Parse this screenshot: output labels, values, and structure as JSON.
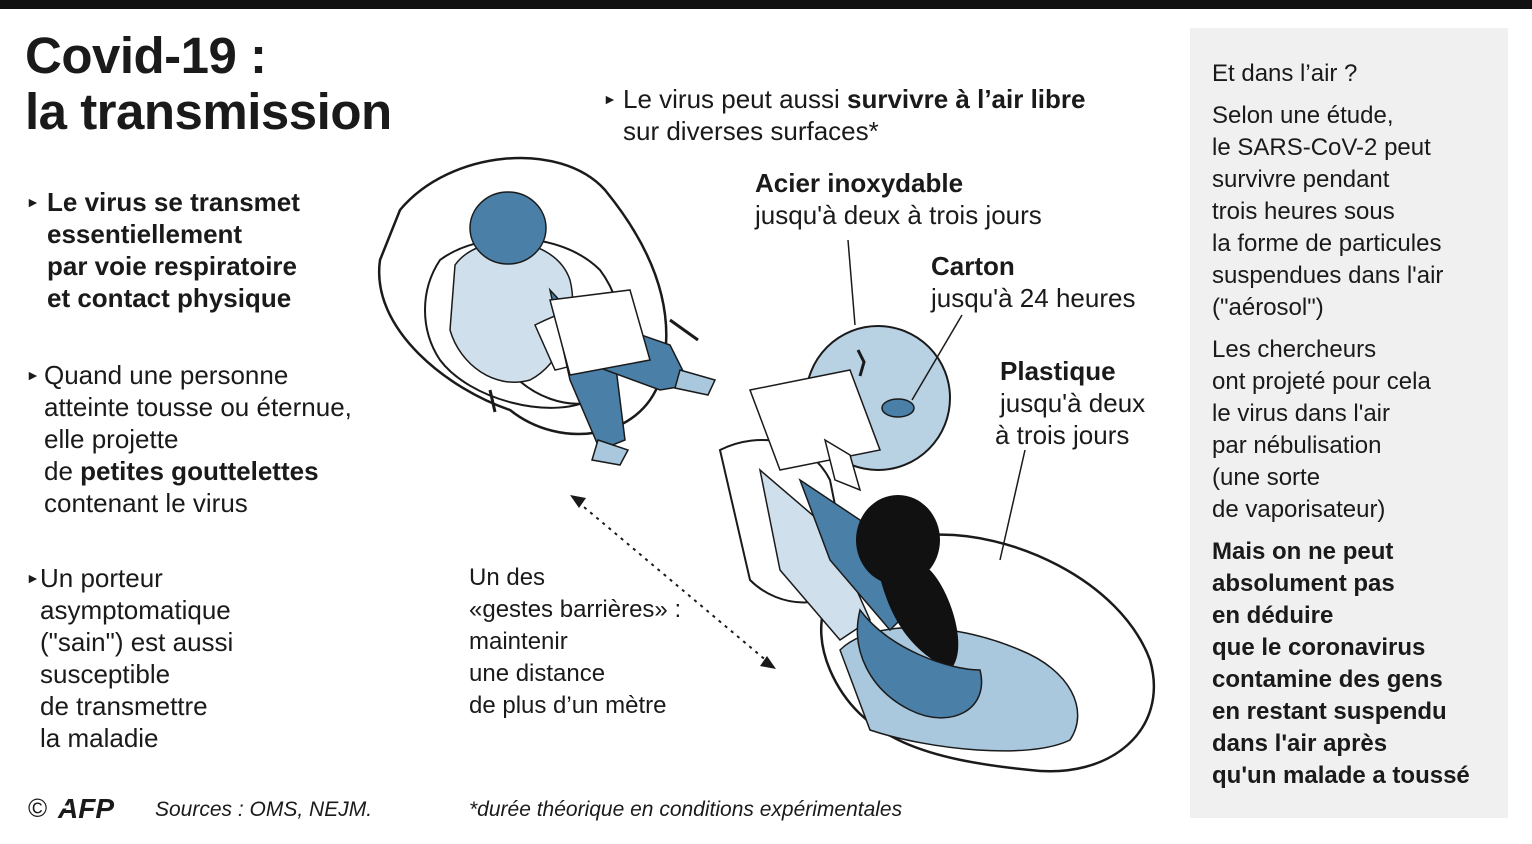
{
  "title": {
    "line1": "Covid-19 :",
    "line2": "la transmission"
  },
  "bullets": [
    {
      "lines": [
        "Le virus se transmet",
        "essentiellement",
        "par voie respiratoire",
        "et contact physique"
      ]
    },
    {
      "lines": [
        "Quand une personne",
        "atteinte tousse ou éternue,",
        "elle projette"
      ],
      "line4_pre": "de ",
      "line4_bold": "petites gouttelettes",
      "line5": "contenant le virus"
    },
    {
      "lines": [
        "Un porteur",
        "asymptomatique",
        "(\"sain\") est aussi",
        "susceptible",
        "de transmettre",
        "la maladie"
      ]
    }
  ],
  "surfaces_intro": {
    "pre": "Le virus peut aussi ",
    "bold": "survivre à l’air libre",
    "line2": "sur diverses surfaces*"
  },
  "surfaces": {
    "steel": {
      "name": "Acier inoxydable",
      "duration": "jusqu'à deux à trois jours"
    },
    "carton": {
      "name": "Carton",
      "duration": "jusqu'à 24 heures"
    },
    "plastic": {
      "name": "Plastique",
      "duration1": "jusqu'à deux",
      "duration2": "à trois jours"
    }
  },
  "distance": {
    "lines": [
      "Un des",
      "«gestes barrières» :",
      "maintenir",
      "une distance",
      "de plus d’un mètre"
    ]
  },
  "panel": {
    "question": "Et dans l’air ?",
    "p1": [
      "Selon une étude,",
      "le SARS-CoV-2  peut",
      "survivre pendant",
      "trois heures sous",
      "la forme de particules",
      "suspendues dans l'air",
      "(\"aérosol\")"
    ],
    "p2": [
      "Les chercheurs",
      "ont projeté pour cela",
      "le virus dans l'air",
      "par nébulisation",
      "(une sorte",
      "de vaporisateur)"
    ],
    "p3": [
      "Mais on ne peut",
      "absolument pas",
      "en déduire",
      "que le coronavirus",
      "contamine des gens",
      "en restant suspendu",
      "dans l'air après",
      "qu'un malade a toussé"
    ]
  },
  "footer": {
    "copyright": "©",
    "logo": "AFP",
    "sources": "Sources : OMS, NEJM.",
    "note": "*durée théorique en conditions expérimentales"
  },
  "colors": {
    "accent_blue": "#4a7fa8",
    "light_blue": "#a9c7dd",
    "panel_bg": "#f0f0f0",
    "ink": "#1a1a1a"
  }
}
